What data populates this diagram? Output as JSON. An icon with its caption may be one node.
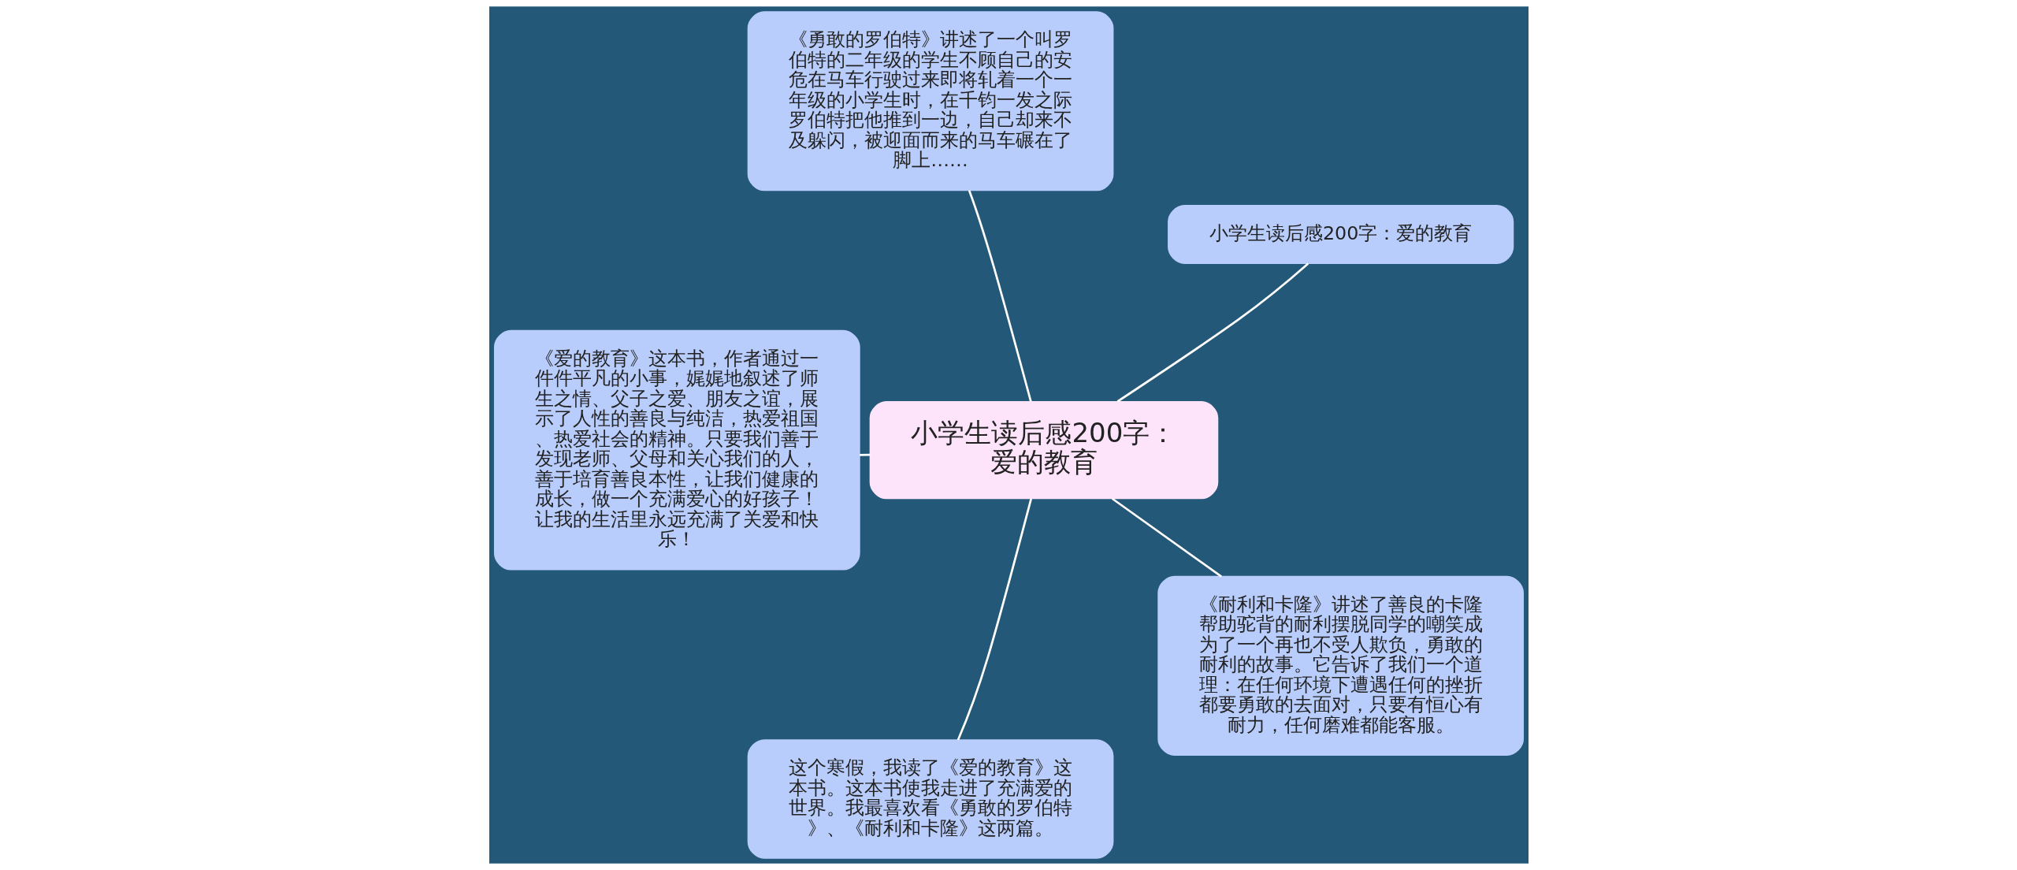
{
  "diagram": {
    "nodes": [
      {
        "text": [
          "小学生读后感200字：爱的教育"
        ]
      },
      {
        "text": [
          "小学生读后感200字：爱的教育"
        ]
      },
      {
        "text": [
          "《勇敢的罗伯特》讲述了一个叫罗伯特的二年级的学生不顾自己的安危在马车行驶过来即将轧着一个一年级的小学生时，在千钧一发之际罗伯特把他推到一边，自己却来不及躲闪，被迎面而来的马车碾在了脚上……"
        ]
      },
      {
        "text": [
          "《爱的教育》这本书，作者通过一件件平凡的小事，娓娓地叙述了师生之情、父子之爱、朋友之谊，展示了人性的善良与纯洁，热爱祖国、热爱社会的精神。只要我们善于发现老师、父母和关心我们的人，善于培育善良本性，让我们健康的成长，做一个充满爱心的好孩子！让我的生活里永远充满了关爱和快乐！"
        ]
      },
      {
        "text": [
          "这个寒假，我读了《爱的教育》这本书。这本书使我走进了充满爱的世界。我最喜欢看《勇敢的罗伯特》、《耐利和卡隆》这两篇。"
        ]
      },
      {
        "text": [
          "《耐利和卡隆》讲述了善良的卡隆帮助驼背的耐利摆脱同学的嘲笑成为了一个再也不受人欺负，勇敢的耐利的故事。它告诉了我们一个道理：在任何环境下遭遇任何的挫折都要勇敢的去面对，只要有恒心有耐力，任何磨难都能客服。"
        ]
      }
    ],
    "edges": [
      {
        "from": 0,
        "to": 1,
        "arrow": "none"
      },
      {
        "from": 0,
        "to": 2,
        "arrow": "none"
      },
      {
        "from": 0,
        "to": 3,
        "arrow": "none"
      },
      {
        "from": 0,
        "to": 4,
        "arrow": "none"
      },
      {
        "from": 0,
        "to": 5,
        "arrow": "none"
      }
    ]
  }
}
